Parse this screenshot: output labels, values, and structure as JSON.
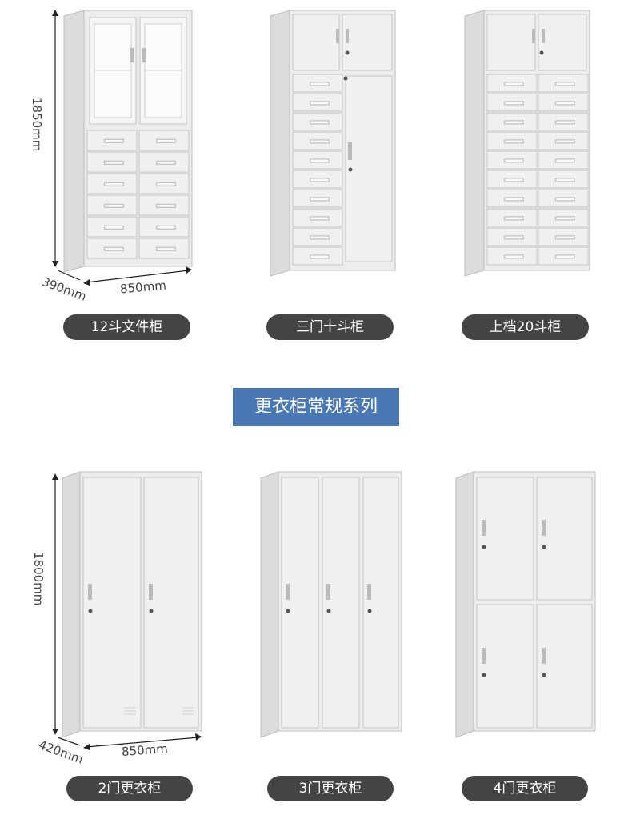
{
  "top_row": {
    "cabinets": [
      {
        "name": "12斗文件柜"
      },
      {
        "name": "三门十斗柜"
      },
      {
        "name": "上档20斗柜"
      }
    ],
    "height_dim": "1850mm",
    "width_dim": "850mm",
    "depth_dim": "390mm"
  },
  "section_title": "更衣柜常规系列",
  "bottom_row": {
    "cabinets": [
      {
        "name": "2门更衣柜"
      },
      {
        "name": "3门更衣柜"
      },
      {
        "name": "4门更衣柜"
      }
    ],
    "height_dim": "1800mm",
    "width_dim": "850mm",
    "depth_dim": "420mm"
  },
  "colors": {
    "cabinet_body": "#eaeaea",
    "cabinet_edge": "#bdbdbd",
    "pill_bg": "#444446",
    "title_bg": "#4a78b5"
  }
}
